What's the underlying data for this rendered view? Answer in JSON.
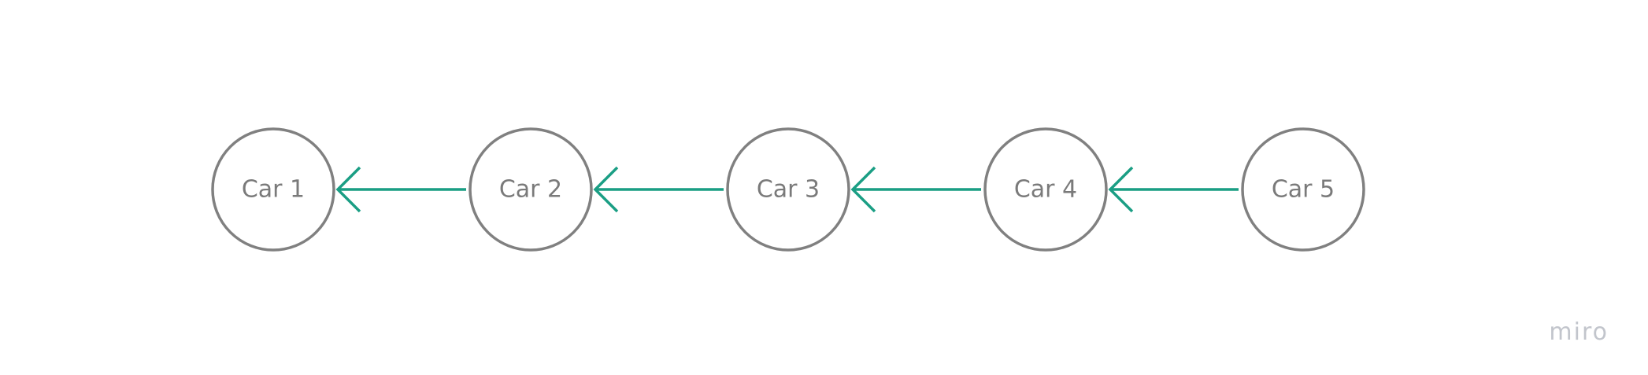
{
  "diagram": {
    "nodes": [
      {
        "id": "car-1",
        "label": "Car 1"
      },
      {
        "id": "car-2",
        "label": "Car 2"
      },
      {
        "id": "car-3",
        "label": "Car 3"
      },
      {
        "id": "car-4",
        "label": "Car 4"
      },
      {
        "id": "car-5",
        "label": "Car 5"
      }
    ],
    "edges": [
      {
        "from": "car-2",
        "to": "car-1"
      },
      {
        "from": "car-3",
        "to": "car-2"
      },
      {
        "from": "car-4",
        "to": "car-3"
      },
      {
        "from": "car-5",
        "to": "car-4"
      }
    ],
    "colors": {
      "edge": "#1a9e84",
      "node_stroke": "#808080",
      "label": "#7a7a7a",
      "watermark": "#c2c5cc"
    }
  },
  "watermark": {
    "text": "miro"
  }
}
